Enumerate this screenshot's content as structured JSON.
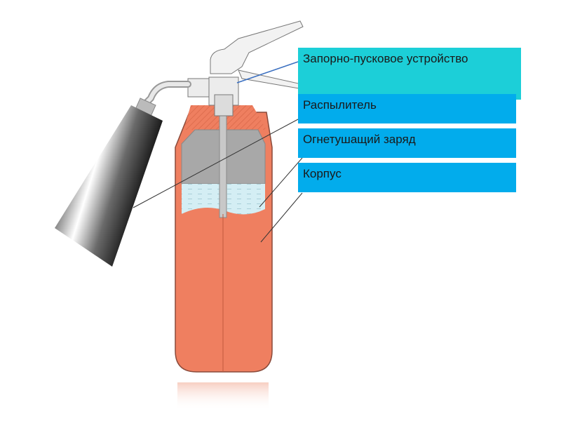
{
  "diagram": {
    "subject": "CO2 fire extinguisher cross-section",
    "colors": {
      "body": "#ef7f60",
      "body_outline": "#8a4a3a",
      "gas_space": "#a8a8a8",
      "liquid_charge": "#d4eef4",
      "label_teal": "#1ccfd8",
      "label_blue": "#02acec",
      "leader_line_valve": "#3a6fc0",
      "leader_line": "#333333"
    },
    "labels": [
      {
        "id": "valve",
        "text": "Запорно-пусковое устройство"
      },
      {
        "id": "nozzle",
        "text": "Распылитель"
      },
      {
        "id": "charge",
        "text": "Огнетушащий заряд"
      },
      {
        "id": "body",
        "text": "Корпус"
      }
    ]
  }
}
